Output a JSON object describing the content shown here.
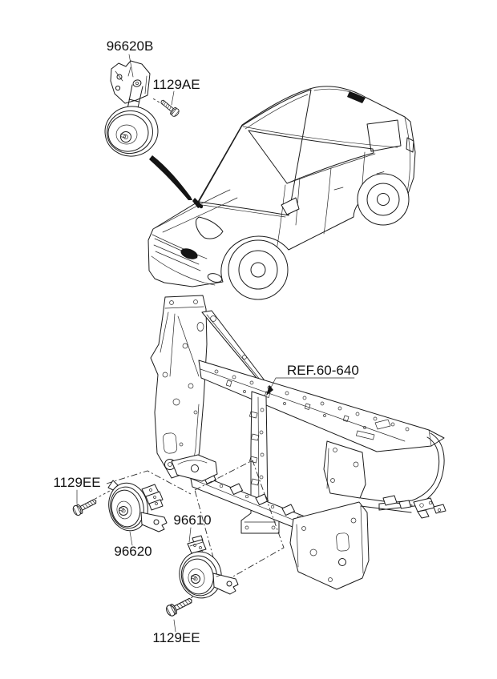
{
  "diagram": {
    "callouts": {
      "horn_assembly_upper": "96620B",
      "bolt_upper": "1129AE",
      "frame_reference": "REF.60-640",
      "bolt_left": "1129EE",
      "horn_low_tone": "96620",
      "horn_high_tone": "96610",
      "bolt_lower": "1129EE"
    },
    "colors": {
      "background": "#ffffff",
      "line": "#1c1c1c",
      "emphasis": "#000000"
    }
  }
}
